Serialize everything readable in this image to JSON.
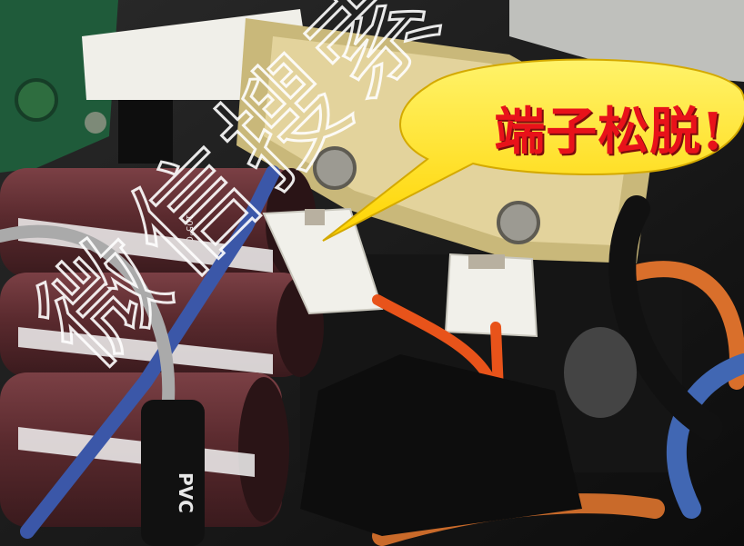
{
  "callout": {
    "text": "端子松脱!",
    "bubble_color": "#ffe500",
    "text_color": "#e8121a"
  },
  "capacitor_label": "PVC",
  "capacitor_print": "105°C",
  "watermark": "微信搜索",
  "colors": {
    "capacitor": "#5a2a2e",
    "orange_wire": "#e8531a",
    "blue_wire": "#3b57a8",
    "connector": "#f1f0ea"
  }
}
